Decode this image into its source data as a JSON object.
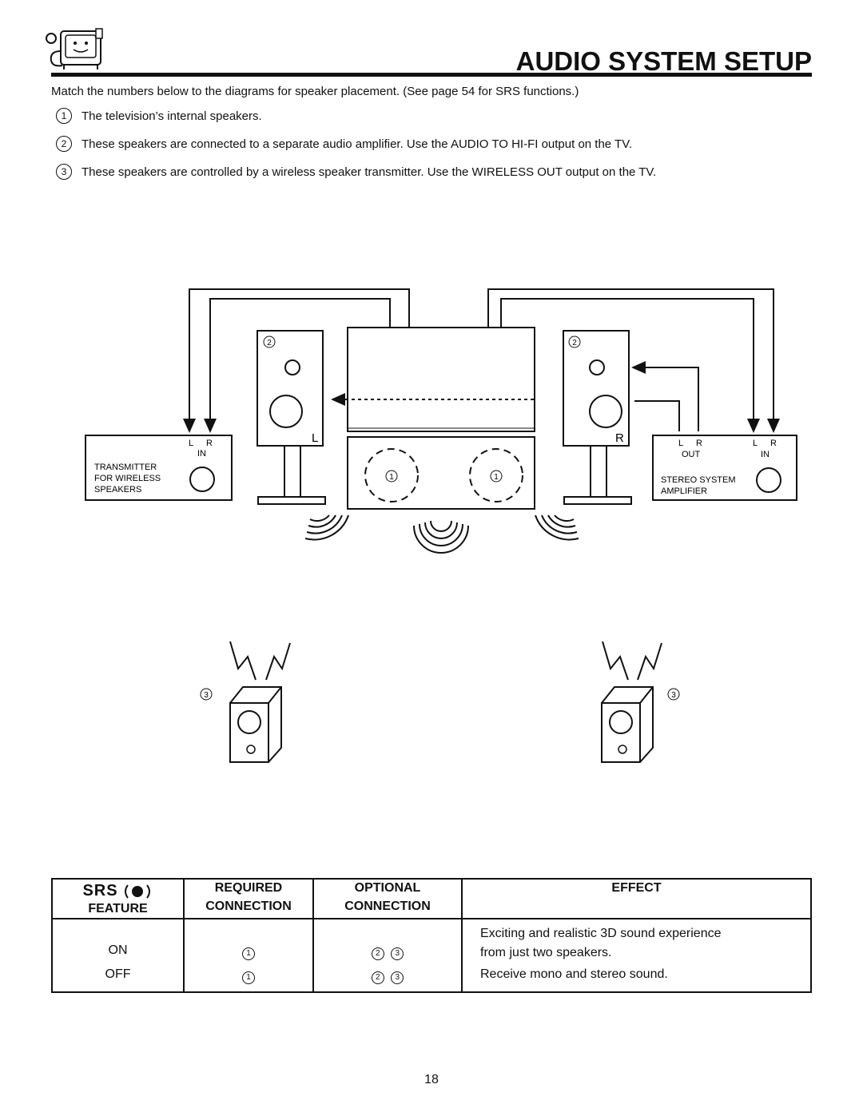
{
  "header": {
    "title": "AUDIO SYSTEM SETUP"
  },
  "intro": "Match the numbers below to the diagrams for speaker placement. (See page 54 for SRS functions.)",
  "items": [
    {
      "num": "1",
      "text": "The television’s internal speakers."
    },
    {
      "num": "2",
      "text": "These speakers are connected to a separate audio amplifier.  Use the AUDIO TO HI-FI output on the TV."
    },
    {
      "num": "3",
      "text": "These speakers are controlled by a wireless speaker transmitter.  Use the WIRELESS OUT output on the TV."
    }
  ],
  "diagram": {
    "transmitter": {
      "l": "L",
      "r": "R",
      "in": "IN",
      "line1": "TRANSMITTER",
      "line2": "FOR WIRELESS",
      "line3": "SPEAKERS"
    },
    "amplifier": {
      "out_l": "L",
      "out_r": "R",
      "out": "OUT",
      "in_l": "L",
      "in_r": "R",
      "in": "IN",
      "line1": "STEREO SYSTEM",
      "line2": "AMPLIFIER"
    },
    "speaker_left_label": "L",
    "speaker_right_label": "R",
    "num1": "1",
    "num2": "2",
    "num3": "3"
  },
  "table": {
    "srs_logo": "SRS",
    "headers": {
      "feature": "FEATURE",
      "required1": "REQUIRED",
      "required2": "CONNECTION",
      "optional1": "OPTIONAL",
      "optional2": "CONNECTION",
      "effect": "EFFECT"
    },
    "rows": [
      {
        "feature": "ON",
        "required": "1",
        "optional_a": "2",
        "optional_b": "3",
        "effect1": "Exciting and realistic 3D sound experience",
        "effect2": "from just two speakers."
      },
      {
        "feature": "OFF",
        "required": "1",
        "optional_a": "2",
        "optional_b": "3",
        "effect1": "Receive mono and stereo sound.",
        "effect2": ""
      }
    ]
  },
  "page_number": "18"
}
